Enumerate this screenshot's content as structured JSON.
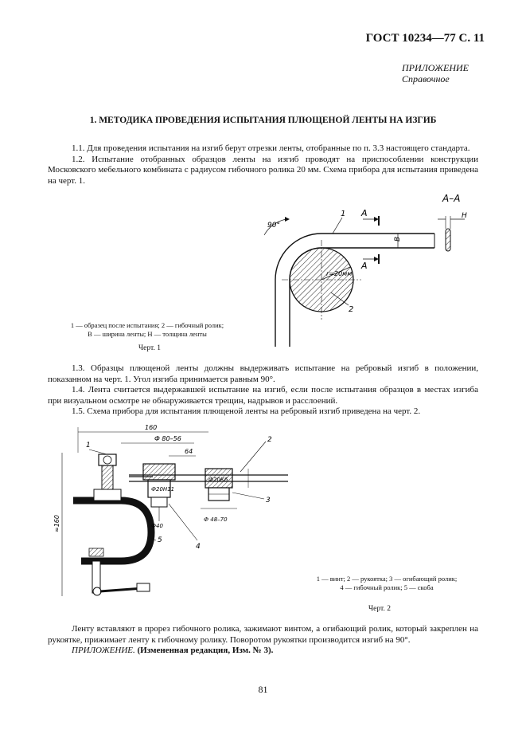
{
  "header": {
    "standard": "ГОСТ 10234—77 С. 11"
  },
  "appendix": {
    "label": "ПРИЛОЖЕНИЕ",
    "type": "Справочное"
  },
  "section_title": "1. МЕТОДИКА ПРОВЕДЕНИЯ ИСПЫТАНИЯ ПЛЮЩЕНОЙ ЛЕНТЫ НА ИЗГИБ",
  "paragraphs_a": [
    "1.1. Для проведения испытания на изгиб берут отрезки ленты, отобранные по п. 3.3 настоящего стандарта.",
    "1.2. Испытание отобранных образцов ленты на изгиб проводят на приспособлении конструкции Московского мебельного комбината с радиусом гибочного ролика 20 мм. Схема прибора для испытания приведена на черт. 1."
  ],
  "figure1": {
    "section_label": "А–А",
    "arrow_label": "А",
    "angle": "90°",
    "radius": "r=20мм",
    "width_letter": "B",
    "thickness_letter": "H",
    "callout_1": "1",
    "callout_2": "2",
    "legend_1": "1 — образец после испытания; 2 — гибочный ролик;",
    "legend_2": "B — ширина ленты; H — толщина ленты",
    "caption": "Черт. 1"
  },
  "paragraphs_b": [
    "1.3. Образцы плющеной ленты должны выдерживать испытание на ребровый изгиб в положении, показанном на черт. 1. Угол изгиба принимается равным 90°.",
    "1.4. Лента считается выдержавшей испытание на изгиб, если после испытания образцов в местах изгиба при визуальном осмотре не обнаруживается трещин, надрывов и расслоений.",
    "1.5. Схема прибора для испытания плющеной ленты на ребровый изгиб приведена на черт. 2."
  ],
  "figure2": {
    "dim_160": "160",
    "dim_80_56": "Ф 80–56",
    "dim_64": "64",
    "dim_20h11": "Ф20Н11",
    "dim_20k6": "Ф20К6",
    "dim_40": "Ф40",
    "dim_48_70": "Ф 48–70",
    "dim_height": "≈160",
    "callout_1": "1",
    "callout_2": "2",
    "callout_3": "3",
    "callout_4": "4",
    "callout_5": "5",
    "legend_1": "1 — винт; 2 — рукоятка; 3 — огибающий ролик;",
    "legend_2": "4 — гибочный ролик; 5 — скоба",
    "caption": "Черт. 2"
  },
  "paragraph_c": "Ленту вставляют в прорез гибочного ролика, зажимают винтом, а огибающий ролик, который закреплен на рукоятке, прижимает ленту к гибочному ролику. Поворотом рукоятки производится изгиб на 90°.",
  "amendment": {
    "label": "ПРИЛОЖЕНИЕ.",
    "text": "(Измененная редакция, Изм. № 3)."
  },
  "page_number": "81"
}
